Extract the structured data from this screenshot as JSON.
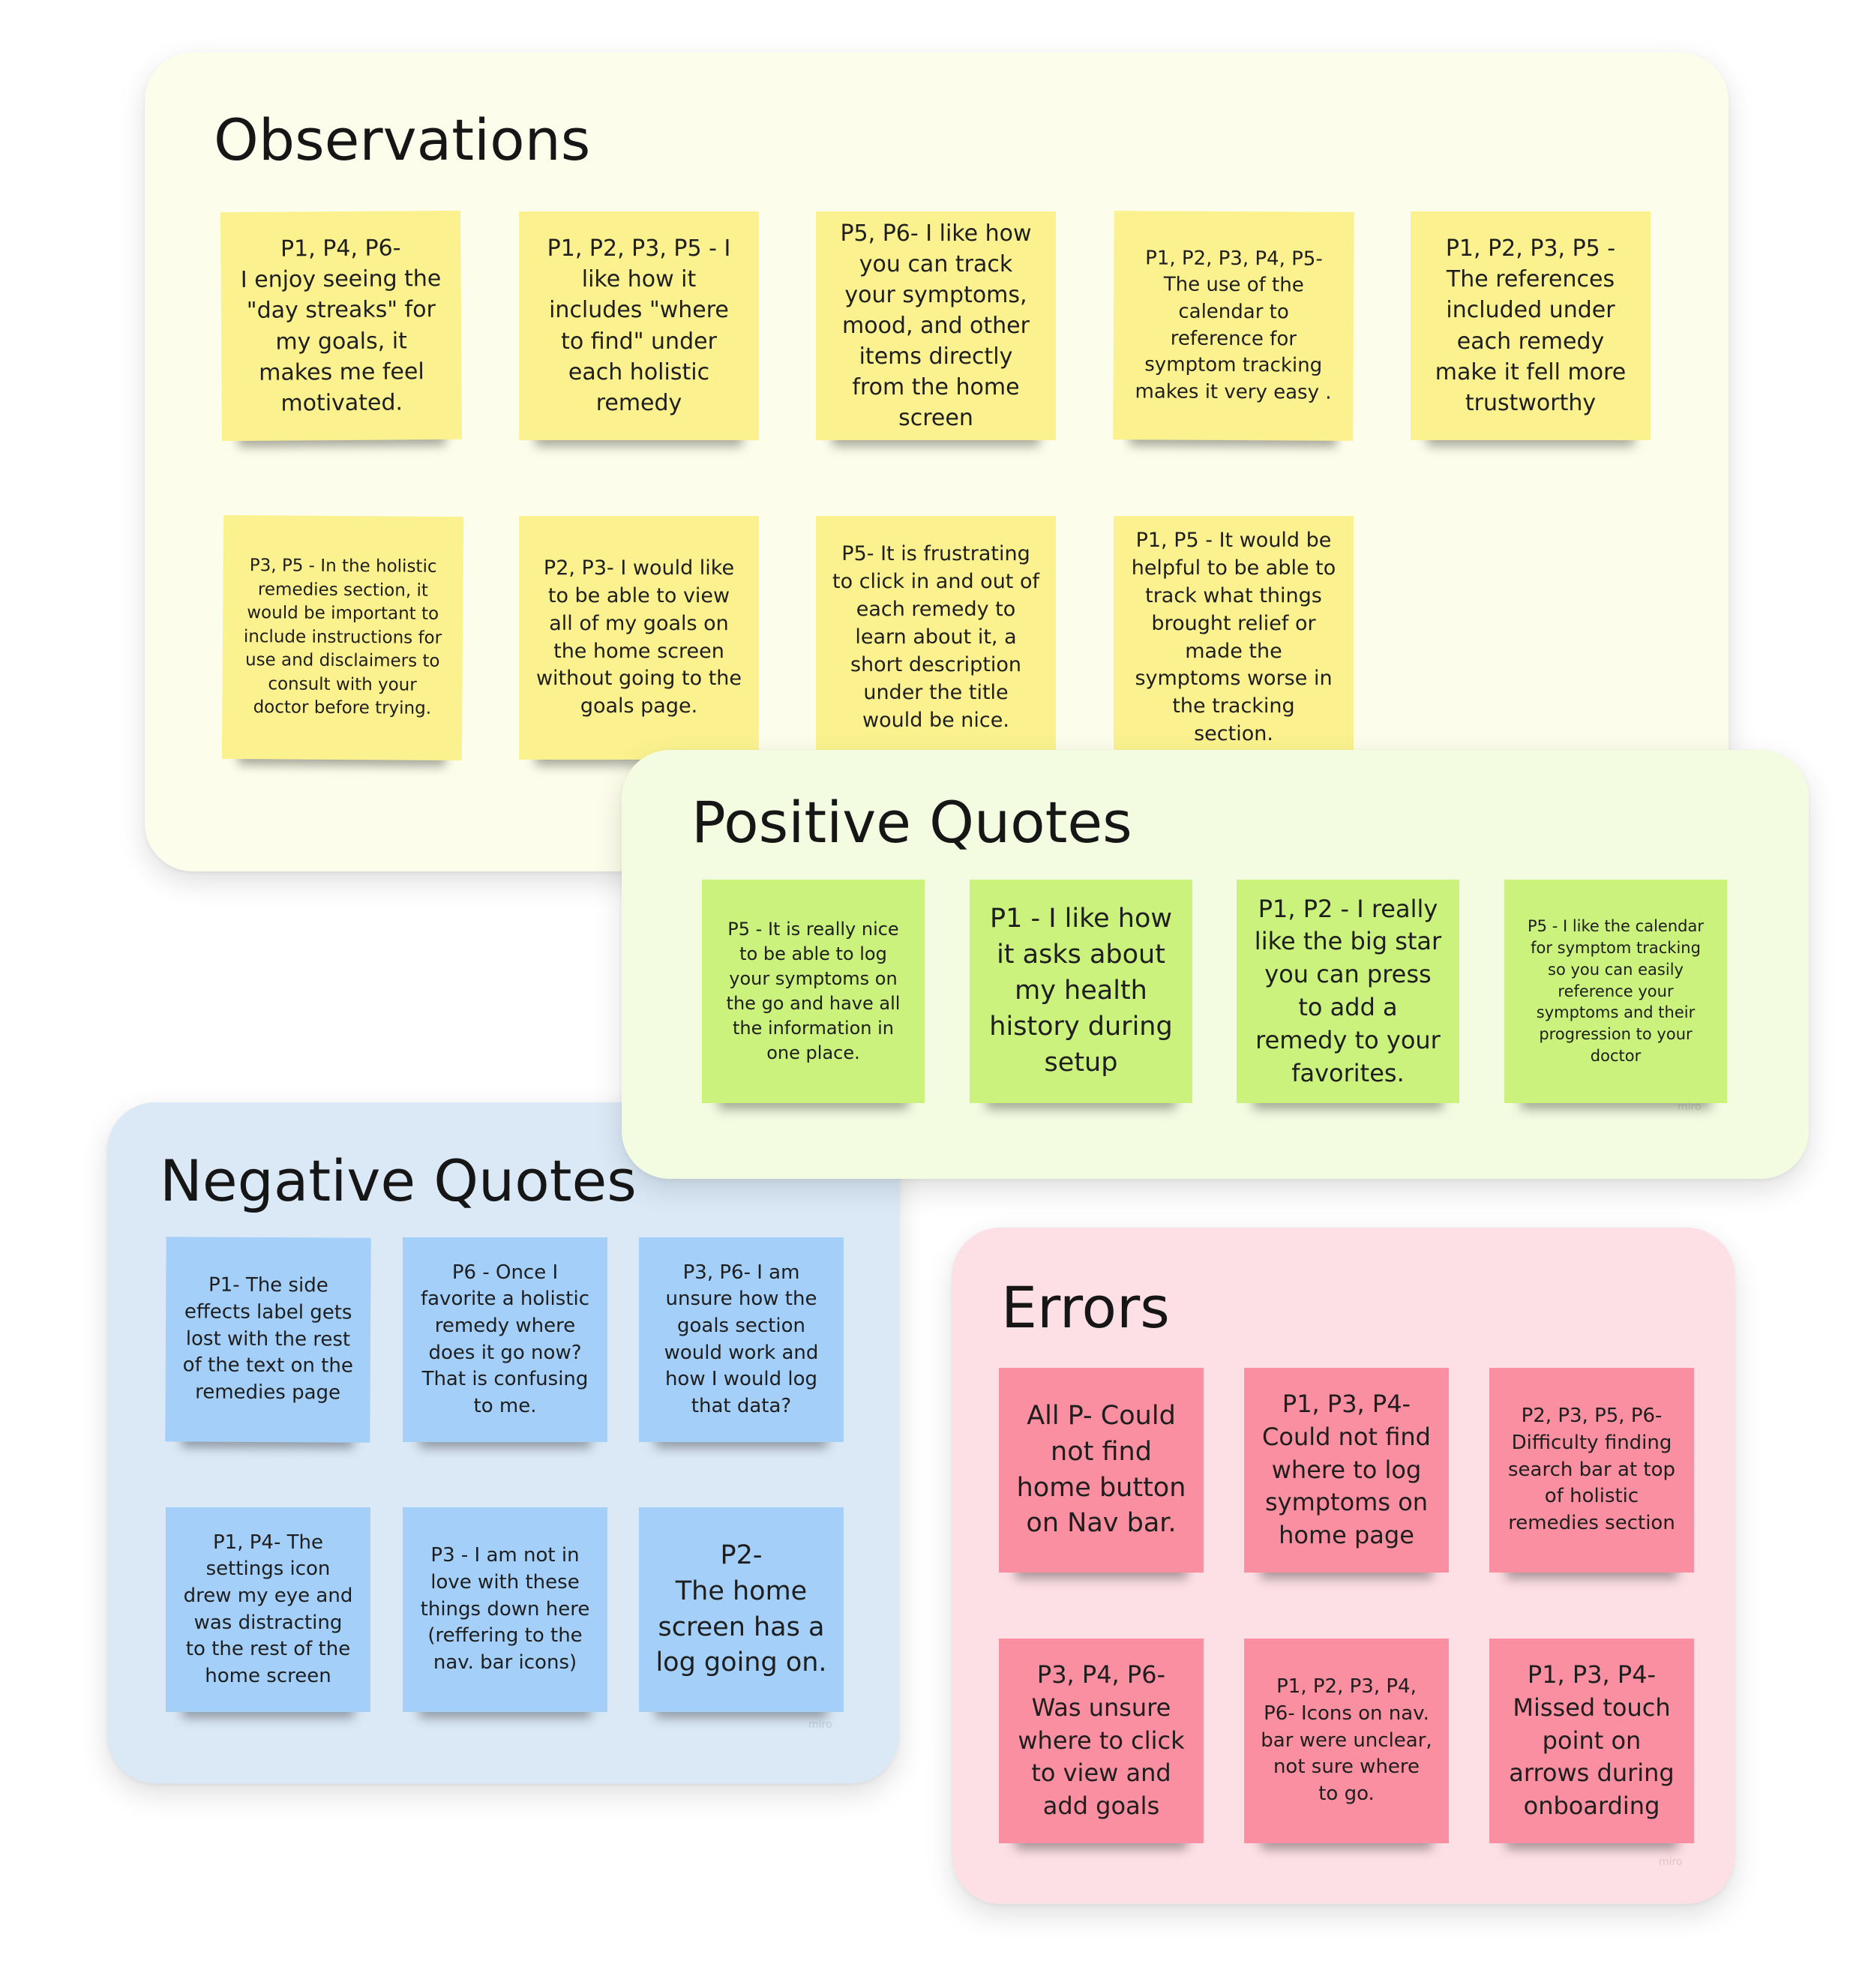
{
  "observations": {
    "title": "Observations",
    "notes": [
      "P1, P4, P6-\nI enjoy seeing the \"day streaks\" for my goals, it makes me feel motivated.",
      "P1, P2, P3, P5 - I like how it includes \"where to find\" under each holistic remedy",
      "P5, P6- I like how you can track your symptoms, mood, and other items directly from the home screen",
      "P1, P2, P3, P4, P5- The use of the calendar to reference for symptom tracking makes it very easy .",
      "P1, P2, P3, P5 - The references included under each remedy make it fell more trustworthy",
      "P3, P5 - In the holistic remedies section, it would be important to include instructions for use and disclaimers to consult with your doctor before trying.",
      "P2, P3- I would like to be able to view all of my goals on the home screen without going to the goals page.",
      "P5- It is frustrating to click in and out of each remedy to learn about it, a short description under the title would be nice.",
      "P1, P5 - It would be helpful to be able to track what things brought relief or made the symptoms worse in the tracking section."
    ]
  },
  "positive": {
    "title": "Positive Quotes",
    "notes": [
      "P5 - It is really nice to be able to log your symptoms on the go and have all the information in one place.",
      "P1 - I like how it asks about my health history during setup",
      "P1, P2 - I really like the big star you can press to add a remedy to your favorites.",
      "P5 - I like the calendar for symptom tracking so you can easily reference your symptoms and their progression to your doctor"
    ]
  },
  "negative": {
    "title": "Negative Quotes",
    "notes": [
      "P1- The side effects label gets lost with the rest of the text on the remedies page",
      "P6 - Once I favorite a holistic remedy where does it go now? That is confusing to me.",
      "P3, P6- I am unsure how the goals section would work and how I would log that data?",
      "P1, P4- The settings icon drew my eye and was distracting to the rest of the home screen",
      "P3 - I am not in love with these things down here (reffering to the nav. bar icons)",
      "P2-\nThe home screen has a log going on."
    ]
  },
  "errors": {
    "title": "Errors",
    "notes": [
      "All P- Could not find home button on Nav bar.",
      "P1, P3, P4-\nCould not find where to log symptoms on home page",
      "P2, P3, P5, P6-\nDifficulty finding search bar at top of holistic remedies section",
      "P3, P4, P6-\nWas unsure where to click to view and add goals",
      "P1, P2, P3, P4, P6- Icons on nav. bar were unclear, not sure where to go.",
      "P1, P3, P4-\nMissed touch point on arrows during onboarding"
    ]
  },
  "watermark": "miro",
  "colors": {
    "observations_bg": "#fdfdeb",
    "positive_bg": "#f3fce1",
    "negative_bg": "#dbe9f7",
    "errors_bg": "#fde0e5",
    "yellow_note": "#fbf28f",
    "green_note": "#caf27c",
    "blue_note": "#a3cff8",
    "red_note": "#f98fa0"
  }
}
